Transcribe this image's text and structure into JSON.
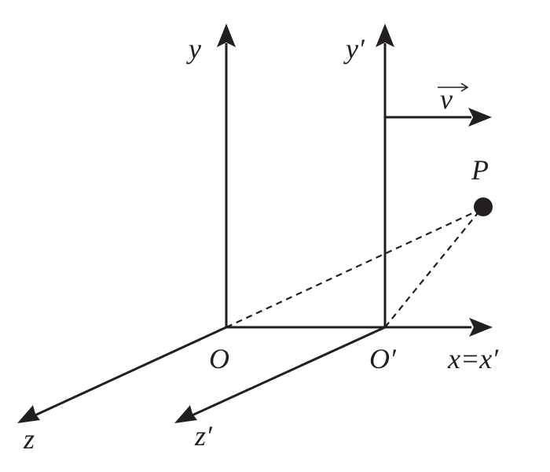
{
  "figure": {
    "labels": {
      "y": "y",
      "y_prime": "y′",
      "z": "z",
      "z_prime": "z′",
      "origin": "O",
      "origin_prime": "O′",
      "x_axis": "x=x′",
      "velocity": "v",
      "point": "P"
    },
    "colors": {
      "ink": "#231f20",
      "background": "#ffffff"
    },
    "icons": {
      "axis_arrowhead": "arrowhead",
      "vector_arrow": "vector-arrow-symbol",
      "point_marker": "filled-circle"
    }
  }
}
